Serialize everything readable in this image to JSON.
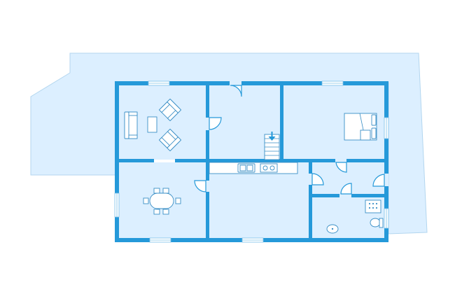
{
  "plan": {
    "colors": {
      "background": "#ffffff",
      "floor": "#dcefff",
      "terrace": "#dcefff",
      "terrace_edge": "#b3d6ef",
      "wall": "#2599d9",
      "window_frame": "#ffffff",
      "window_line": "#7cc0e8",
      "furniture_fill": "#ffffff",
      "furniture_stroke": "#3a8fc6",
      "counter": "#ffffff"
    },
    "rooms": [
      "living-room",
      "hall",
      "bedroom",
      "dining-room",
      "kitchen",
      "closet",
      "bathroom",
      "terrace"
    ],
    "icons": [
      "sofa-icon",
      "armchair-icon",
      "coffee-table-icon",
      "dining-table-icon",
      "bed-icon",
      "stairs-icon",
      "sink-icon",
      "stove-icon",
      "toilet-icon",
      "washbasin-icon",
      "shower-icon",
      "door-icon",
      "window-icon",
      "arrow-down-icon"
    ]
  }
}
